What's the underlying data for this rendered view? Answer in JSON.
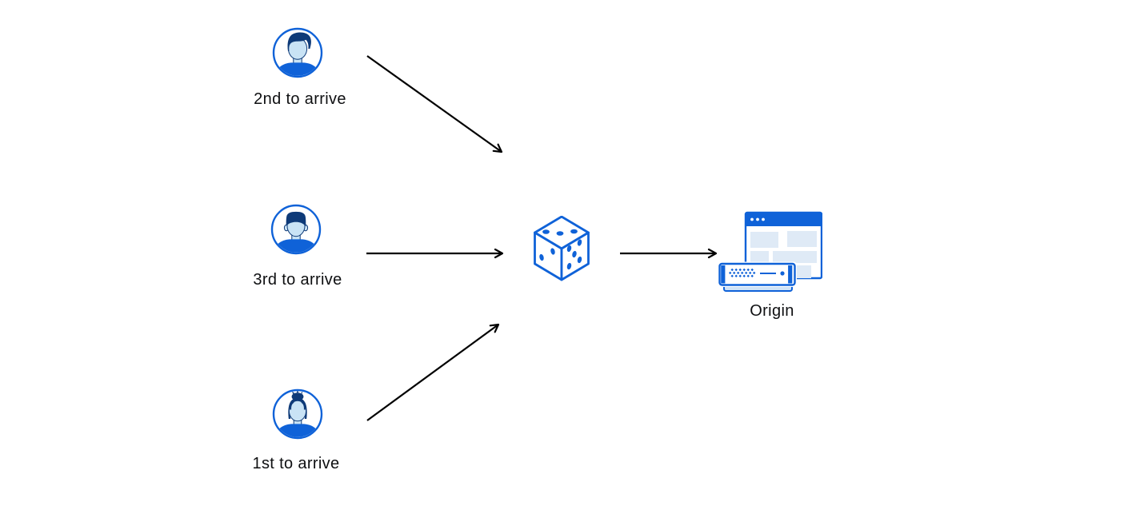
{
  "diagram": {
    "clients": [
      {
        "label": "2nd to arrive",
        "icon": "avatar-man-swept-hair"
      },
      {
        "label": "3rd to arrive",
        "icon": "avatar-man-flat-top"
      },
      {
        "label": "1st to arrive",
        "icon": "avatar-woman-bun"
      }
    ],
    "balancer": {
      "icon": "dice"
    },
    "origin": {
      "label": "Origin",
      "icon": "origin-browser-server"
    },
    "colors": {
      "blue": "#0f62d8",
      "navy": "#0e3a78",
      "face": "#c9e3f5",
      "panel": "#dfeaf6",
      "tray": "#cfe3f7",
      "arrow": "#000000",
      "text": "#0e0f11"
    }
  }
}
